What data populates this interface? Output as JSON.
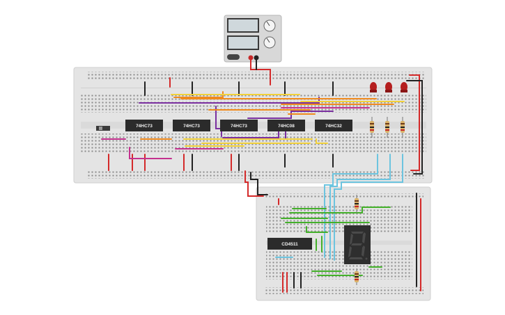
{
  "chips": [
    {
      "id": "u1",
      "label": "74HC73"
    },
    {
      "id": "u2",
      "label": "74HC73"
    },
    {
      "id": "u3",
      "label": "74HC73"
    },
    {
      "id": "u4",
      "label": "74HC08"
    },
    {
      "id": "u5",
      "label": "74HC32"
    },
    {
      "id": "u6",
      "label": "CD4511"
    }
  ],
  "power_supply": {
    "name": "dc-power-supply"
  },
  "display": {
    "digit": "8"
  },
  "colors": {
    "wire_red": "#d42a2a",
    "wire_black": "#222222",
    "wire_orange": "#f08a1c",
    "wire_yellow": "#f2d13a",
    "wire_purple": "#7a2fa0",
    "wire_magenta": "#c4318e",
    "wire_blue": "#6cc4df",
    "wire_green": "#43b02a",
    "led": "#b51f1f",
    "board": "#e6e6e6",
    "chip": "#2b2b2b"
  }
}
